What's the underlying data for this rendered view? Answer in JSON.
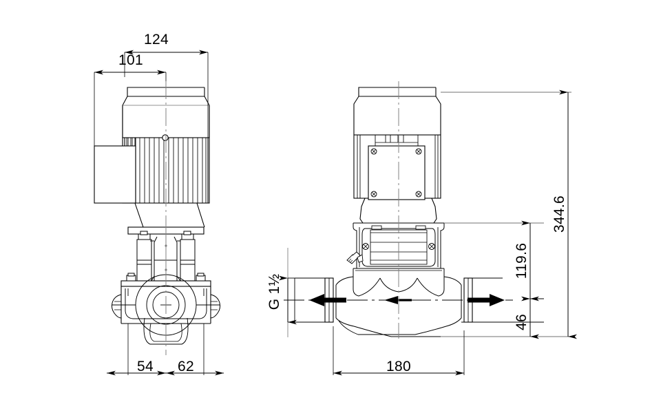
{
  "drawing": {
    "type": "technical-dimensional-drawing",
    "subject": "inline circulator pump",
    "views": [
      {
        "name": "front-view",
        "position": "left"
      },
      {
        "name": "side-view",
        "position": "right"
      }
    ],
    "units": "mm",
    "line_color": "#000000",
    "centerline_color": "#808080",
    "background_color": "#ffffff",
    "text_color": "#000000"
  },
  "dimensions": {
    "front": {
      "overall_width": "124",
      "terminal_box_width": "101",
      "base_left": "54",
      "base_right": "62"
    },
    "side": {
      "overall_height": "344.6",
      "mid_height": "119.6",
      "port_height": "46",
      "overall_length": "180",
      "port_thread": "G 1½"
    }
  },
  "labels": {
    "d124": "124",
    "d101": "101",
    "d54": "54",
    "d62": "62",
    "d3446": "344.6",
    "d1196": "119.6",
    "d46": "46",
    "d180": "180",
    "thread": "G 1½"
  }
}
